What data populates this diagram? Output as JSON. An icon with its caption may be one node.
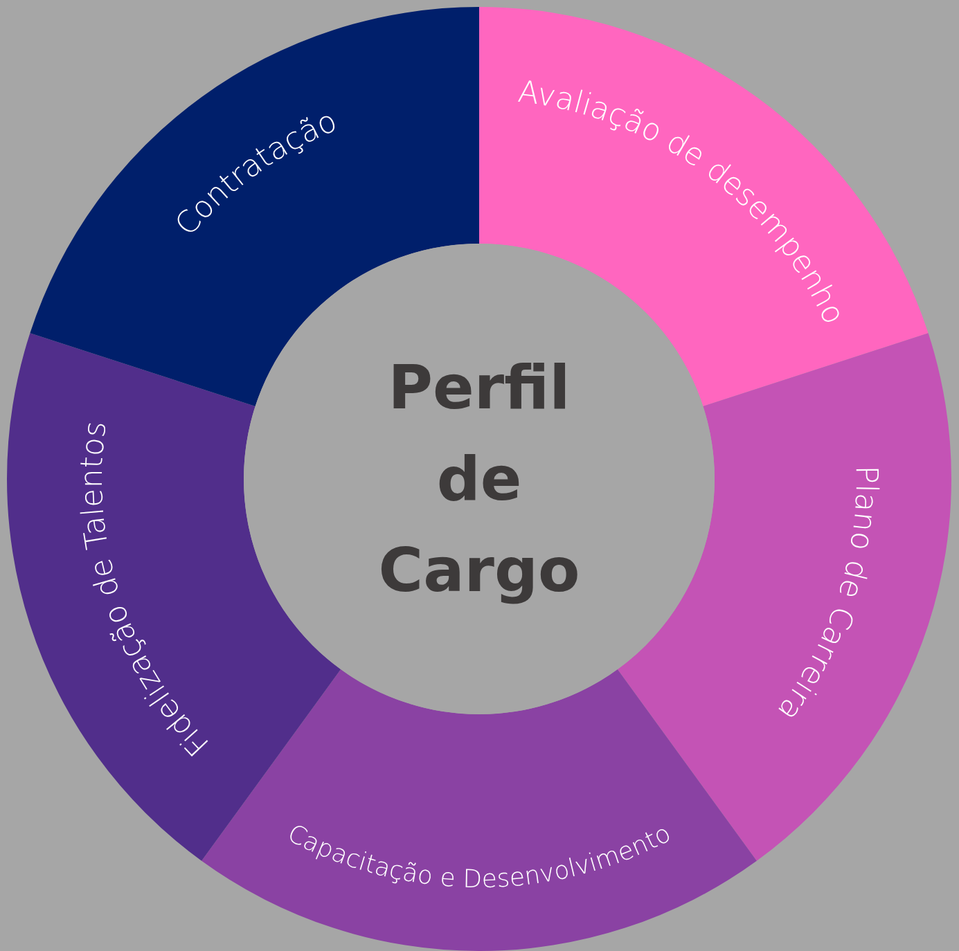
{
  "diagram": {
    "nodes": [
      {
        "text": [
          "Perfil de Cargo"
        ]
      },
      {
        "text": [
          "Avaliação de desempenho"
        ]
      },
      {
        "text": [
          "Plano de Carreira"
        ]
      },
      {
        "text": [
          "Capacitação e Desenvolvimento"
        ]
      },
      {
        "text": [
          "Fidelização de Talentos"
        ]
      },
      {
        "text": [
          "Contratação"
        ]
      }
    ]
  }
}
